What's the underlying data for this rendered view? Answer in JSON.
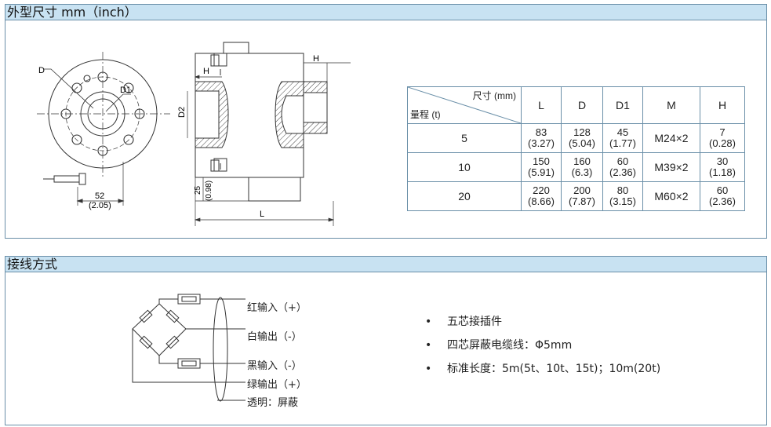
{
  "section1": {
    "title": "外型尺寸 mm（inch）"
  },
  "drawing": {
    "label_D": "D",
    "label_D1": "D1",
    "label_H_top": "H",
    "label_H_left": "H",
    "label_D2": "D2",
    "label_52": "52",
    "label_52_inch": "(2.05)",
    "label_25": "25",
    "label_25_inch": "(0.98)",
    "label_L": "L"
  },
  "table": {
    "header_corner_top": "尺寸 (mm)",
    "header_corner_bottom": "量程 (t)",
    "headers": [
      "L",
      "D",
      "D1",
      "M",
      "H"
    ],
    "rows": [
      {
        "range": "5",
        "L": "83",
        "L_in": "(3.27)",
        "D": "128",
        "D_in": "(5.04)",
        "D1": "45",
        "D1_in": "(1.77)",
        "M": "M24×2",
        "H": "7",
        "H_in": "(0.28)"
      },
      {
        "range": "10",
        "L": "150",
        "L_in": "(5.91)",
        "D": "160",
        "D_in": "(6.3)",
        "D1": "60",
        "D1_in": "(2.36)",
        "M": "M39×2",
        "H": "30",
        "H_in": "(1.18)"
      },
      {
        "range": "20",
        "L": "220",
        "L_in": "(8.66)",
        "D": "200",
        "D_in": "(7.87)",
        "D1": "80",
        "D1_in": "(3.15)",
        "M": "M60×2",
        "H": "60",
        "H_in": "(2.36)"
      }
    ]
  },
  "section2": {
    "title": "接线方式"
  },
  "wiring": {
    "red": "红输入（+）",
    "white": "白输出（-）",
    "black": "黑输入（-）",
    "green": "绿输出（+）",
    "clear": "透明：屏蔽"
  },
  "bullets": [
    "五芯接插件",
    "四芯屏蔽电缆线：Φ5mm",
    "标准长度：5m(5t、10t、15t)；10m(20t)"
  ],
  "colors": {
    "header_bg": "#c8e2f2",
    "border": "#6a8fa8"
  }
}
